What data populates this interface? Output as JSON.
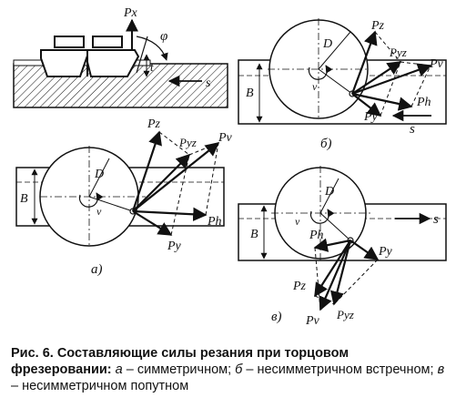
{
  "labels": {
    "top": {
      "px": "Px",
      "phi": "φ",
      "t": "t",
      "s": "s"
    },
    "a": {
      "pz": "Pz",
      "pyz": "Pyz",
      "pv": "Pv",
      "ph": "Ph",
      "py": "Py",
      "d": "D",
      "b": "B",
      "v": "v",
      "tag": "а)"
    },
    "b": {
      "pz": "Pz",
      "pyz": "Pyz",
      "pv": "Pv",
      "ph": "Ph",
      "py": "Py",
      "d": "D",
      "b": "B",
      "v": "v",
      "s": "s",
      "tag": "б)"
    },
    "c": {
      "pz": "Pz",
      "pyz": "Pyz",
      "pv": "Pv",
      "ph": "Ph",
      "py": "Py",
      "d": "D",
      "b": "B",
      "v": "v",
      "s": "s",
      "tag": "в)"
    }
  },
  "caption": {
    "title": "Рис. 6. Составляющие силы резания при торцовом фрезеровании:",
    "a_letter": "а",
    "a_text": " – симметричном; ",
    "b_letter": "б",
    "b_text": " – несимметричном встречном; ",
    "c_letter": "в",
    "c_text": " – несимметричном попутном"
  }
}
